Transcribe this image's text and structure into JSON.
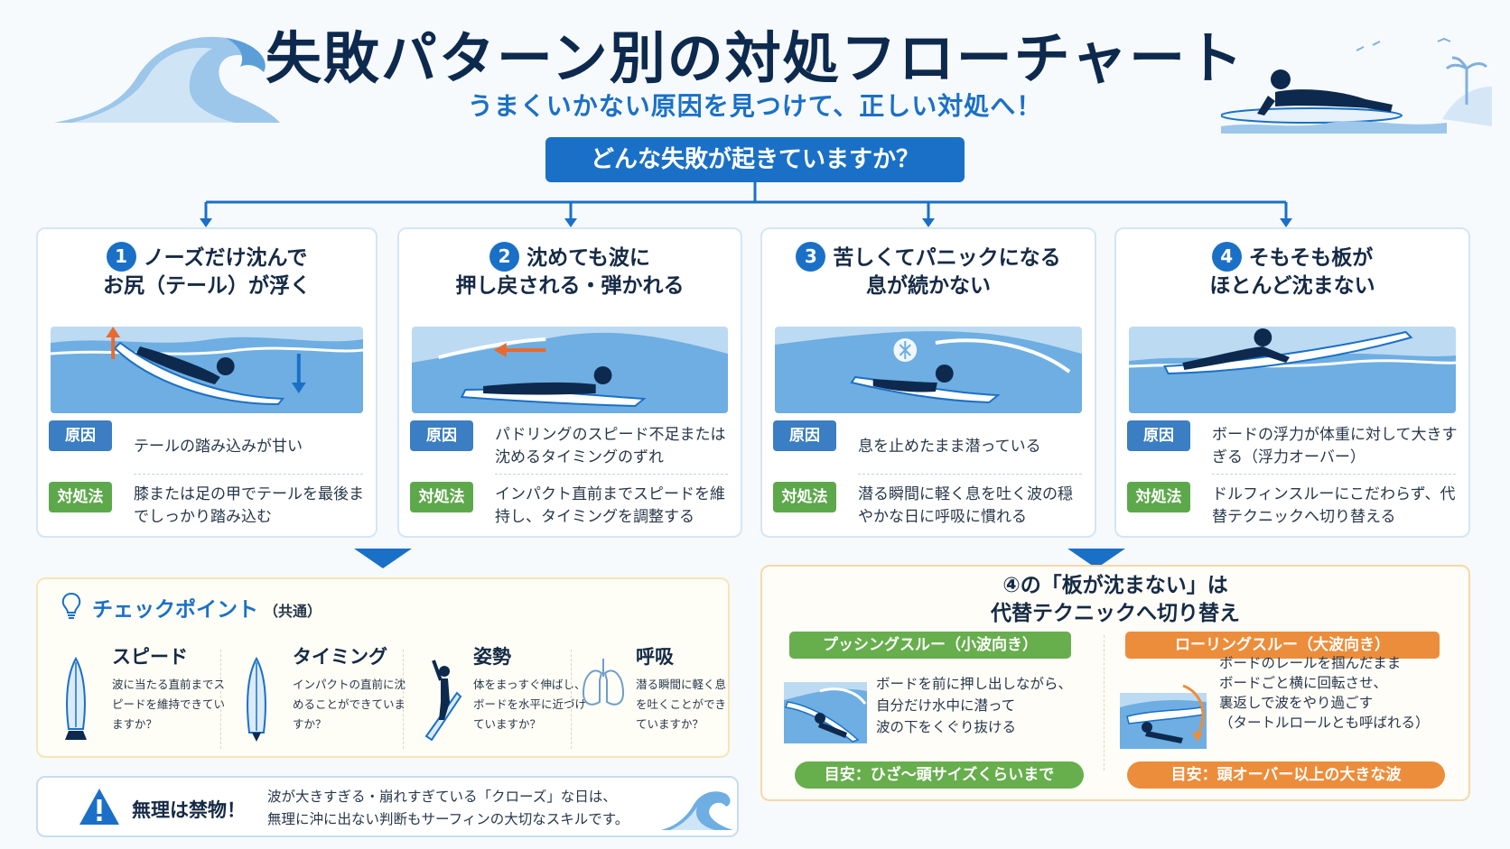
{
  "header": {
    "title": "失敗パターン別の対処フローチャート",
    "subtitle": "うまくいかない原因を見つけて、正しい対処へ！"
  },
  "question": "どんな失敗が起きていますか？",
  "labels": {
    "cause": "原因",
    "fix": "対処法"
  },
  "cards": [
    {
      "num": "1",
      "title_line1": "ノーズだけ沈んで",
      "title_line2": "お尻（テール）が浮く",
      "cause": "テールの踏み込みが甘い",
      "fix": "膝または足の甲でテールを最後までしっかり踏み込む"
    },
    {
      "num": "2",
      "title_line1": "沈めても波に",
      "title_line2": "押し戻される・弾かれる",
      "cause": "パドリングのスピード不足または沈めるタイミングのずれ",
      "fix": "インパクト直前までスピードを維持し、タイミングを調整する"
    },
    {
      "num": "3",
      "title_line1": "苦しくてパニックになる",
      "title_line2": "息が続かない",
      "cause": "息を止めたまま潜っている",
      "fix": "潜る瞬間に軽く息を吐く波の穏やかな日に呼吸に慣れる"
    },
    {
      "num": "4",
      "title_line1": "そもそも板が",
      "title_line2": "ほとんど沈まない",
      "cause": "ボードの浮力が体重に対して大きすぎる（浮力オーバー）",
      "fix": "ドルフィンスルーにこだわらず、代替テクニックへ切り替える"
    }
  ],
  "checkpoint": {
    "title": "チェックポイント",
    "note": "（共通）",
    "items": [
      {
        "title": "スピード",
        "body": "波に当たる直前までスピードを維持できていますか？"
      },
      {
        "title": "タイミング",
        "body": "インパクトの直前に沈めることができていますか？"
      },
      {
        "title": "姿勢",
        "body": "体をまっすぐ伸ばし、ボードを水平に近づけていますか？"
      },
      {
        "title": "呼吸",
        "body": "潜る瞬間に軽く息を吐くことができていますか？"
      }
    ]
  },
  "warning": {
    "title": "無理は禁物！",
    "line1": "波が大きすぎる・崩れすぎている「クローズ」な日は、",
    "line2": "無理に沖に出ない判断もサーフィンの大切なスキルです。"
  },
  "alternative": {
    "title_line1": "④の「板が沈まない」は",
    "title_line2": "代替テクニックへ切り替え",
    "pushing": {
      "label": "プッシングスルー（小波向き）",
      "line1": "ボードを前に押し出しながら、",
      "line2": "自分だけ水中に潜って",
      "line3": "波の下をくぐり抜ける",
      "guide": "目安：ひざ〜頭サイズくらいまで"
    },
    "rolling": {
      "label": "ローリングスルー（大波向き）",
      "line1": "ボードのレールを掴んだまま",
      "line2": "ボードごと横に回転させ、",
      "line3": "裏返しで波をやり過ごす",
      "line4": "（タートルロールとも呼ばれる）",
      "guide": "目安：頭オーバー以上の大きな波"
    }
  },
  "colors": {
    "primary": "#1a70c6",
    "navy": "#0d2a4e",
    "green": "#5ea84c",
    "orange": "#ec8d3b"
  }
}
